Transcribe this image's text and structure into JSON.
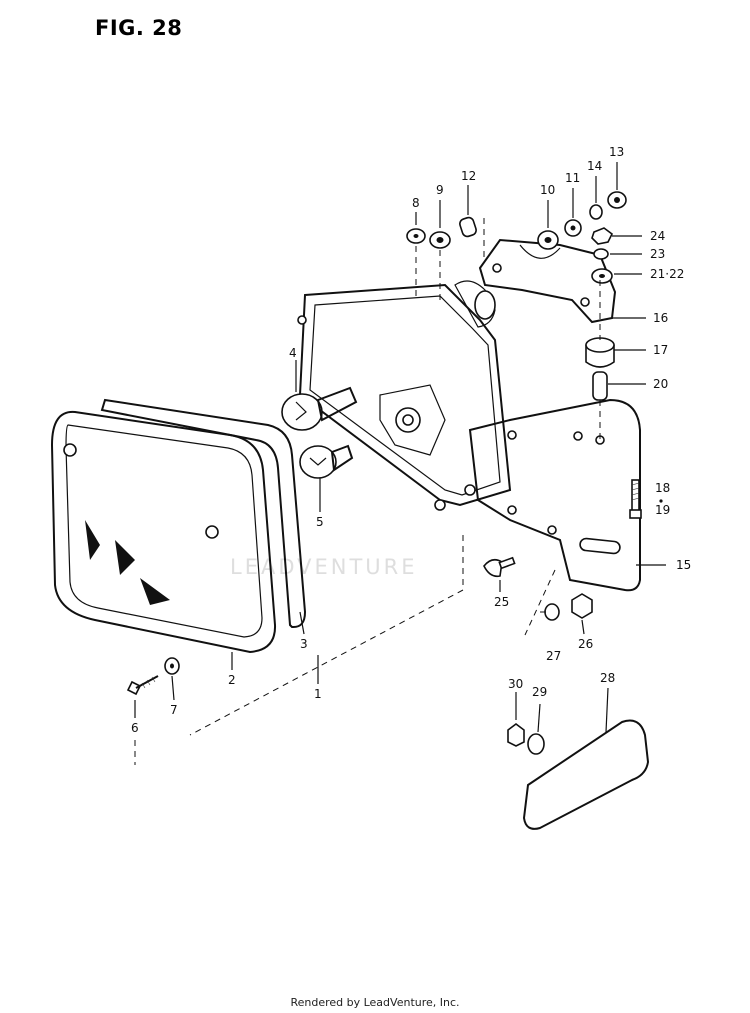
{
  "figure": {
    "title": "FIG. 28",
    "footer": "Rendered by LeadVenture, Inc.",
    "watermark": "LEADVENTURE"
  },
  "callouts": [
    "13",
    "14",
    "12",
    "9",
    "8",
    "10",
    "11",
    "24",
    "23",
    "21·22",
    "16",
    "17",
    "20",
    "4",
    "5",
    "18",
    "19",
    "15",
    "25",
    "26",
    "27",
    "3",
    "2",
    "1",
    "7",
    "6",
    "30",
    "29",
    "28"
  ]
}
